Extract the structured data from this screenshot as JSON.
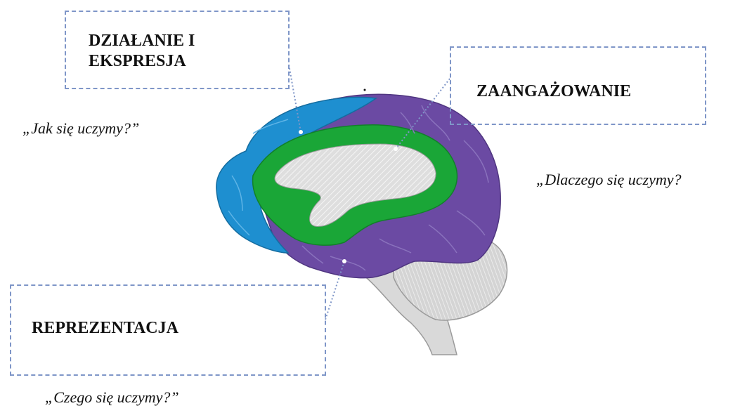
{
  "networks": {
    "action": {
      "title_line1": "DZIAŁANIE I",
      "title_line2": "EKSPRESJA",
      "question": "„Jak się uczymy?”",
      "color": "#1e8fd0"
    },
    "engagement": {
      "title": "ZAANGAŻOWANIE",
      "question": "„Dlaczego się uczymy?",
      "color": "#1aa637"
    },
    "representation": {
      "title": "REPREZENTACJA",
      "question": "„Czego się uczymy?”",
      "color": "#6b4aa3"
    }
  },
  "icons": {
    "brain": "brain-illustration-icon"
  },
  "colors": {
    "box_border": "#7f96c8",
    "pointer": "#7f96c8",
    "cerebellum": "#d9d9d9",
    "inner": "#dcdcdc"
  }
}
